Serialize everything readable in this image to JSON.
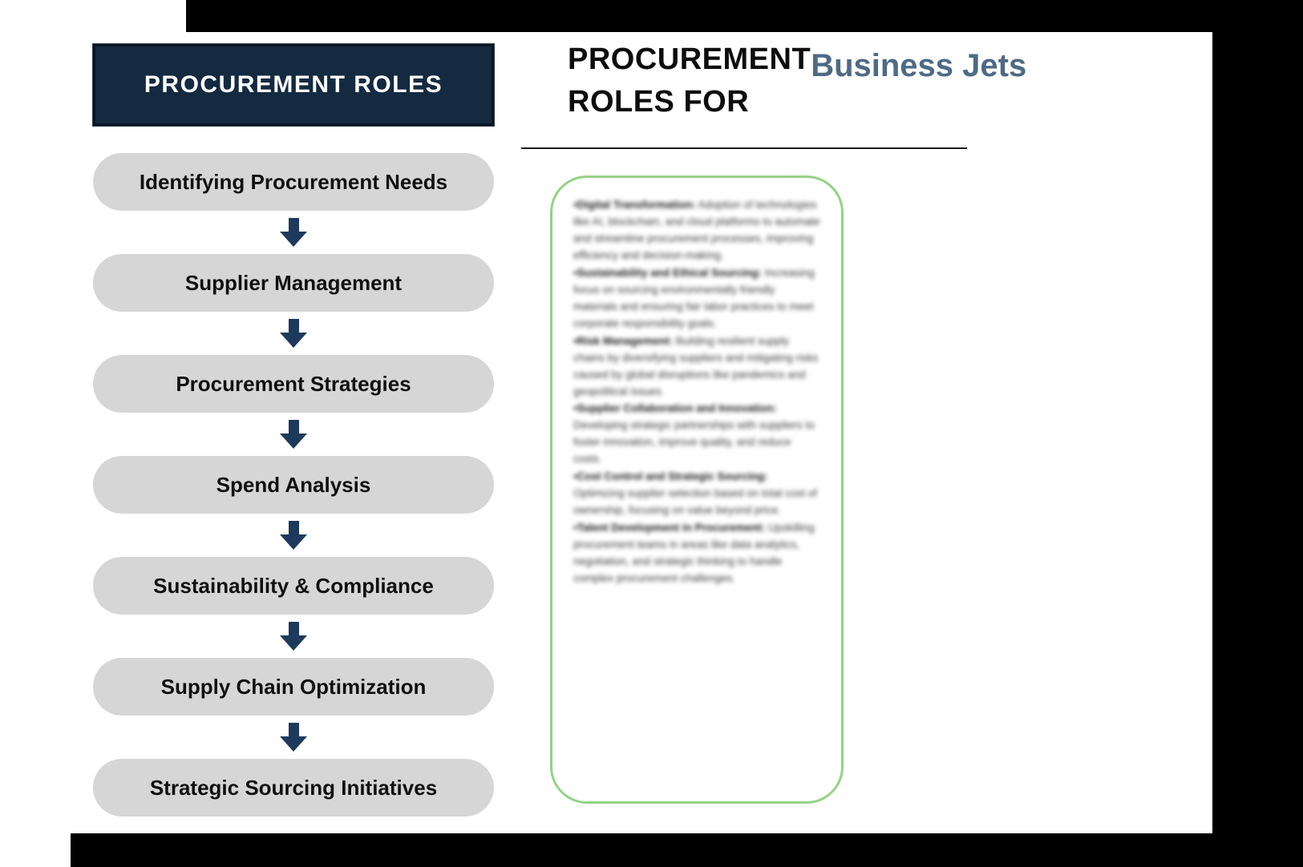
{
  "sidebar_header": {
    "title": "PROCUREMENT ROLES"
  },
  "header": {
    "title": "PROCUREMENT ROLES FOR",
    "highlight": "Business Jets"
  },
  "flow": {
    "steps": [
      "Identifying Procurement Needs",
      "Supplier Management",
      "Procurement Strategies",
      "Spend Analysis",
      "Sustainability & Compliance",
      "Supply Chain Optimization",
      "Strategic Sourcing Initiatives"
    ]
  },
  "panel": {
    "items": [
      {
        "title": "•Digital Transformation:",
        "body": "Adoption of technologies like AI, blockchain, and cloud platforms to automate and streamline procurement processes, improving efficiency and decision-making."
      },
      {
        "title": "•Sustainability and Ethical Sourcing:",
        "body": "Increasing focus on sourcing environmentally friendly materials and ensuring fair labor practices to meet corporate responsibility goals."
      },
      {
        "title": "•Risk Management:",
        "body": "Building resilient supply chains by diversifying suppliers and mitigating risks caused by global disruptions like pandemics and geopolitical issues."
      },
      {
        "title": "•Supplier Collaboration and Innovation:",
        "body": "Developing strategic partnerships with suppliers to foster innovation, improve quality, and reduce costs."
      },
      {
        "title": "•Cost Control and Strategic Sourcing:",
        "body": "Optimizing supplier selection based on total cost of ownership, focusing on value beyond price."
      },
      {
        "title": "•Talent Development in Procurement:",
        "body": "Upskilling procurement teams in areas like data analytics, negotiation, and strategic thinking to handle complex procurement challenges."
      }
    ]
  },
  "colors": {
    "navy_header": "#132a40",
    "arrow_navy": "#1d3a5c",
    "pill_gray": "#d6d6d6",
    "panel_border_green": "#94d285",
    "highlight_text": "#4e6a85",
    "letterbox": "#000000"
  }
}
